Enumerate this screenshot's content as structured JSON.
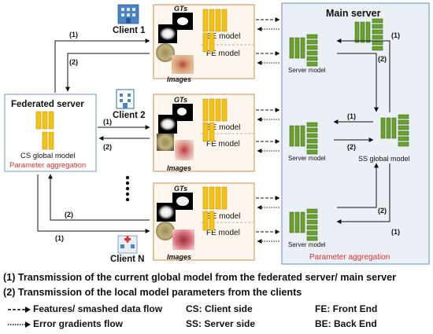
{
  "colors": {
    "client_fill": "#fdf6ee",
    "client_border": "#d9a066",
    "server_fill": "#eaf0f6",
    "server_border": "#7f9fc8",
    "fed_border": "#8aa6d4",
    "yellow": "#f2c218",
    "yellow_edge": "#c79a00",
    "green": "#6aa12f",
    "green_edge": "#3d6d12",
    "red_text": "#e03030"
  },
  "federated_server": {
    "title": "Federated server",
    "model_caption": "CS global model",
    "aggregation": "Parameter aggregation"
  },
  "main_server": {
    "title": "Main server",
    "aggregation": "Parameter aggregation",
    "global_caption": "SS global model",
    "model_caption": "Server model"
  },
  "clients": [
    {
      "name": "Client 1",
      "gts": "GTs",
      "images": "Images",
      "be": "BE model",
      "fe": "FE model"
    },
    {
      "name": "Client 2",
      "gts": "GTs",
      "images": "Images",
      "be": "BE model",
      "fe": "FE model"
    },
    {
      "name": "Client N",
      "gts": "GTs",
      "images": "Images",
      "be": "BE model",
      "fe": "FE model"
    }
  ],
  "arrow_labels": {
    "one": "(1)",
    "two": "(2)"
  },
  "legend": {
    "line1": "(1) Transmission of the current global model from the federated server/ main server",
    "line2": "(2) Transmission of the local model parameters from the clients",
    "features": "Features/ smashed data flow",
    "gradients": "Error gradients flow",
    "cs": "CS: Client side",
    "ss": "SS: Server side",
    "fe": "FE: Front End",
    "be": "BE: Back End"
  }
}
